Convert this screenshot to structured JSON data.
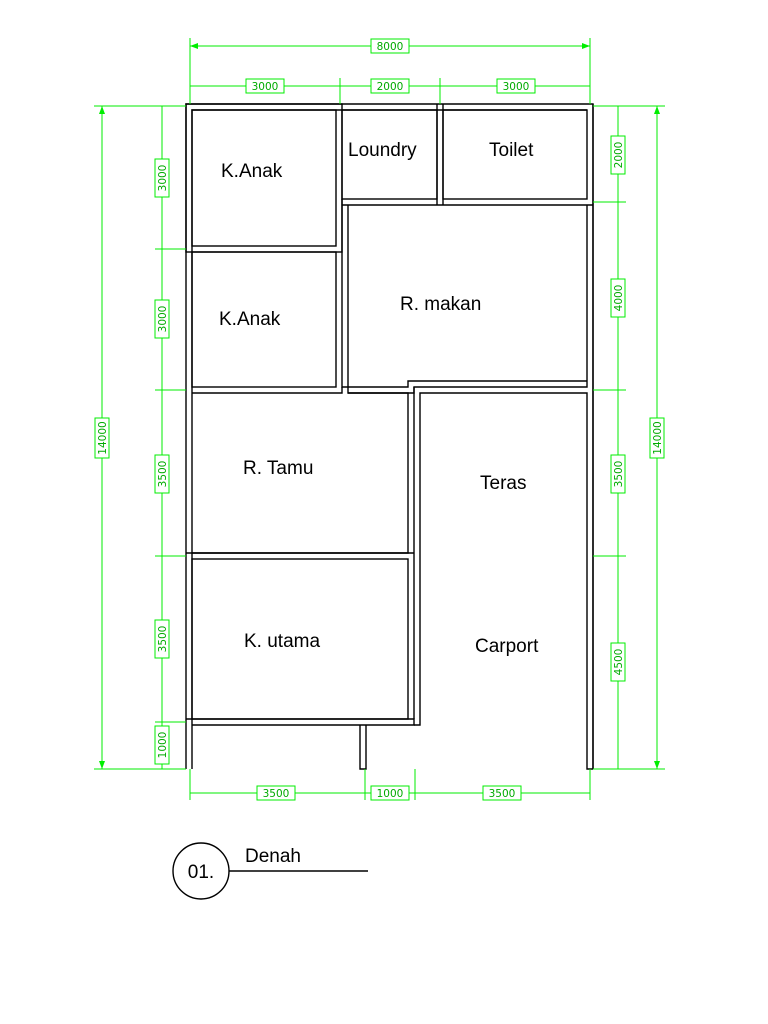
{
  "rooms": {
    "kanak_top": "K.Anak",
    "loundry": "Loundry",
    "toilet": "Toilet",
    "kanak_mid": "K.Anak",
    "rmakan": "R. makan",
    "rtamu": "R. Tamu",
    "teras": "Teras",
    "kutama": "K. utama",
    "carport": "Carport"
  },
  "dimensions": {
    "top_total": "8000",
    "top_1": "3000",
    "top_2": "2000",
    "top_3": "3000",
    "bottom_1": "3500",
    "bottom_2": "1000",
    "bottom_3": "3500",
    "left_total": "14000",
    "left_1": "3000",
    "left_2": "3000",
    "left_3": "3500",
    "left_4": "3500",
    "left_5": "1000",
    "right_total": "14000",
    "right_1": "2000",
    "right_2": "4000",
    "right_3": "3500",
    "right_4": "4500"
  },
  "title": {
    "number": "01.",
    "name": "Denah"
  },
  "colors": {
    "dimension": "#00ee00",
    "wall": "#000000",
    "background": "#ffffff"
  }
}
